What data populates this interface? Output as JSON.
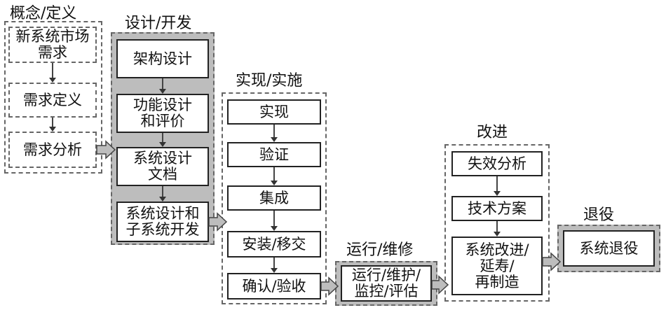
{
  "phases": {
    "concept": {
      "title": "概念/定义",
      "steps": [
        "新系统市场\n需求",
        "需求定义",
        "需求分析"
      ]
    },
    "design": {
      "title": "设计/开发",
      "steps": [
        "架构设计",
        "功能设计\n和评价",
        "系统设计\n文档",
        "系统设计和\n子系统开发"
      ]
    },
    "implement": {
      "title": "实现/实施",
      "steps": [
        "实现",
        "验证",
        "集成",
        "安装/移交",
        "确认/验收"
      ]
    },
    "operate": {
      "title": "运行/维修",
      "steps": [
        "运行/维护/\n监控/评估"
      ]
    },
    "improve": {
      "title": "改进",
      "steps": [
        "失效分析",
        "技术方案",
        "系统改进/\n延寿/\n再制造"
      ]
    },
    "retire": {
      "title": "退役",
      "steps": [
        "系统退役"
      ]
    }
  }
}
